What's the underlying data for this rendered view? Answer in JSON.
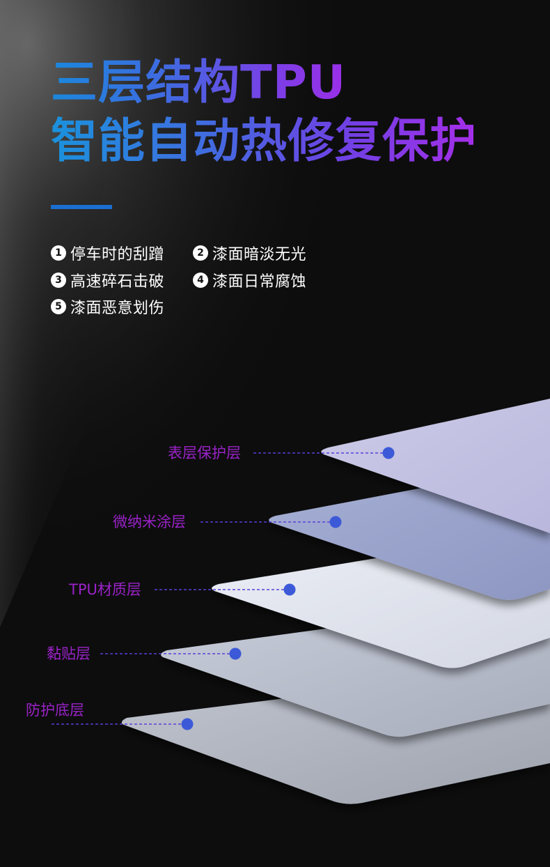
{
  "headline": {
    "line1": "三层结构TPU",
    "line2": "智能自动热修复保护"
  },
  "features": [
    {
      "number": "1",
      "text": "停车时的刮蹭"
    },
    {
      "number": "2",
      "text": "漆面暗淡无光"
    },
    {
      "number": "3",
      "text": "高速碎石击破"
    },
    {
      "number": "4",
      "text": "漆面日常腐蚀"
    },
    {
      "number": "5",
      "text": "漆面恶意划伤"
    }
  ],
  "layers": [
    {
      "label": "表层保护层"
    },
    {
      "label": "微纳米涂层"
    },
    {
      "label": "TPU材质层"
    },
    {
      "label": "黏贴层"
    },
    {
      "label": "防护底层"
    }
  ],
  "colors": {
    "background": "#0d0d0d",
    "accent_bar": "#1a6fd0",
    "label_text": "#9a22c8",
    "marker_dot": "#3c5ad8",
    "leader_line": "#5a3fd8",
    "title_gradient": [
      "#1a88dc",
      "#4169e0",
      "#7a3fe6",
      "#9b2fe8"
    ]
  }
}
